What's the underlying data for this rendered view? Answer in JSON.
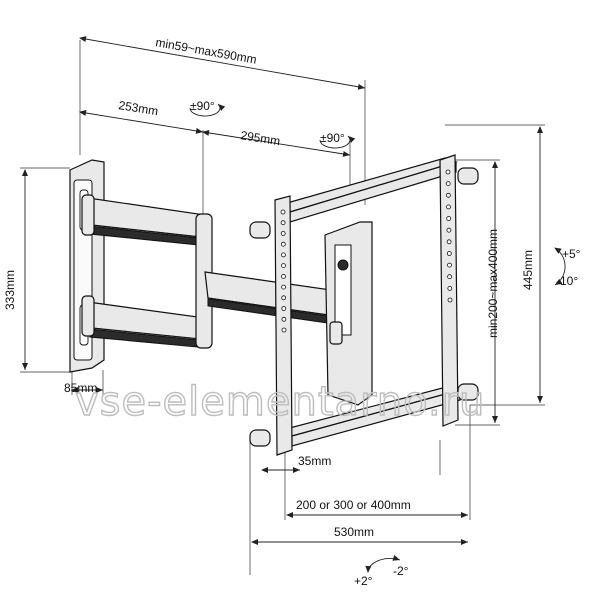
{
  "dimensions": {
    "top_span": "min59~max590mm",
    "arm1": "253mm",
    "arm2": "295mm",
    "rot1": "±90°",
    "rot2": "±90°",
    "plate_height": "333mm",
    "plate_width": "85mm",
    "vesa_vertical": "min200~max400mm",
    "overall_height": "445mm",
    "tilt_up": "+5°",
    "tilt_down": "-10°",
    "bracket_gap": "35mm",
    "vesa_horizontal": "200 or 300 or 400mm",
    "overall_width": "530mm",
    "swivel_left": "+2°",
    "swivel_right": "-2°"
  },
  "watermark": "vse-elementarno.ru"
}
